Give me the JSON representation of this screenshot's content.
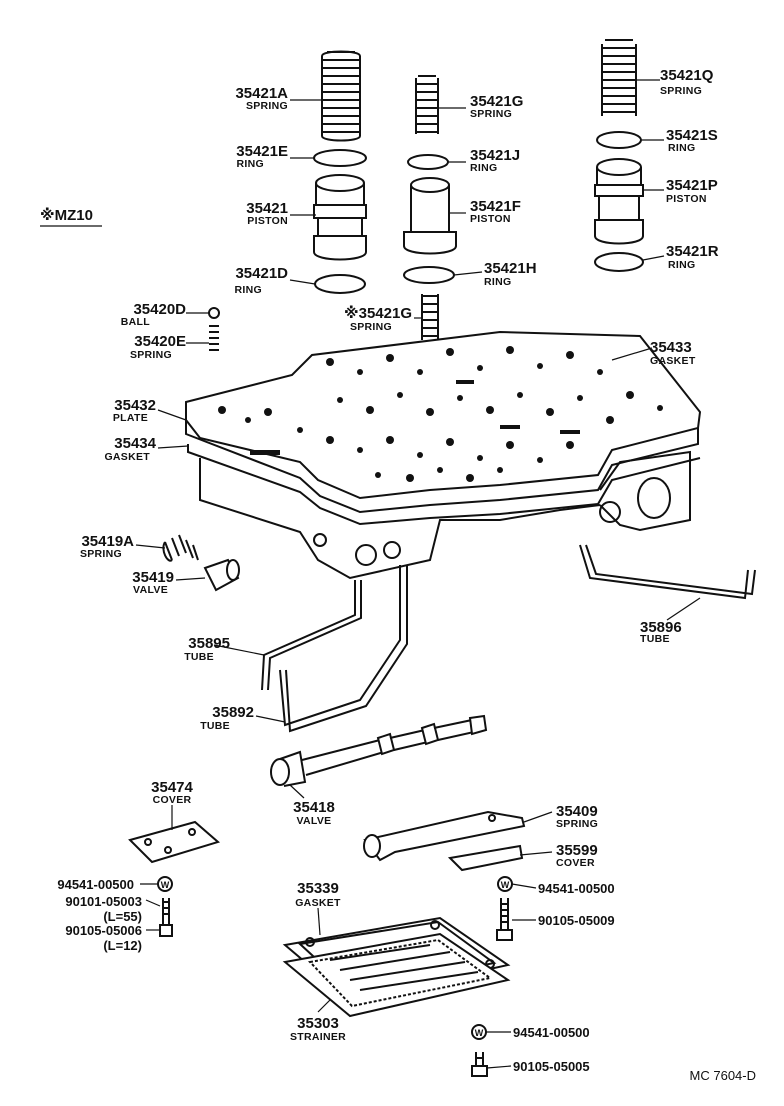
{
  "diagram": {
    "model_note": "※MZ10",
    "drawing_code": "MC 7604-D",
    "parts": {
      "p35421A": {
        "number": "35421A",
        "name": "SPRING"
      },
      "p35421E": {
        "number": "35421E",
        "name": "RING"
      },
      "p35421": {
        "number": "35421",
        "name": "PISTON"
      },
      "p35421D": {
        "number": "35421D",
        "name": "RING"
      },
      "p35421G_top": {
        "number": "35421G",
        "name": "SPRING"
      },
      "p35421J": {
        "number": "35421J",
        "name": "RING"
      },
      "p35421F": {
        "number": "35421F",
        "name": "PISTON"
      },
      "p35421H": {
        "number": "35421H",
        "name": "RING"
      },
      "p35421G_mz10": {
        "number": "※35421G",
        "name": "SPRING"
      },
      "p35421Q": {
        "number": "35421Q",
        "name": "SPRING"
      },
      "p35421S": {
        "number": "35421S",
        "name": "RING"
      },
      "p35421P": {
        "number": "35421P",
        "name": "PISTON"
      },
      "p35421R": {
        "number": "35421R",
        "name": "RING"
      },
      "p35420D": {
        "number": "35420D",
        "name": "BALL"
      },
      "p35420E": {
        "number": "35420E",
        "name": "SPRING"
      },
      "p35433": {
        "number": "35433",
        "name": "GASKET"
      },
      "p35432": {
        "number": "35432",
        "name": "PLATE"
      },
      "p35434": {
        "number": "35434",
        "name": "GASKET"
      },
      "p35419A": {
        "number": "35419A",
        "name": "SPRING"
      },
      "p35419": {
        "number": "35419",
        "name": "VALVE"
      },
      "p35896": {
        "number": "35896",
        "name": "TUBE"
      },
      "p35895": {
        "number": "35895",
        "name": "TUBE"
      },
      "p35892": {
        "number": "35892",
        "name": "TUBE"
      },
      "p35474": {
        "number": "35474",
        "name": "COVER"
      },
      "p35418": {
        "number": "35418",
        "name": "VALVE"
      },
      "p35409": {
        "number": "35409",
        "name": "SPRING"
      },
      "p35599": {
        "number": "35599",
        "name": "COVER"
      },
      "p35339": {
        "number": "35339",
        "name": "GASKET"
      },
      "p35303": {
        "number": "35303",
        "name": "STRAINER"
      }
    },
    "fasteners": {
      "washer_left": "94541-00500",
      "bolt_left_a": "90101-05003",
      "bolt_left_a_len": "(L=55)",
      "bolt_left_b": "90105-05006",
      "bolt_left_b_len": "(L=12)",
      "washer_right": "94541-00500",
      "bolt_right": "90105-05009",
      "washer_bottom": "94541-00500",
      "bolt_bottom": "90105-05005"
    }
  }
}
